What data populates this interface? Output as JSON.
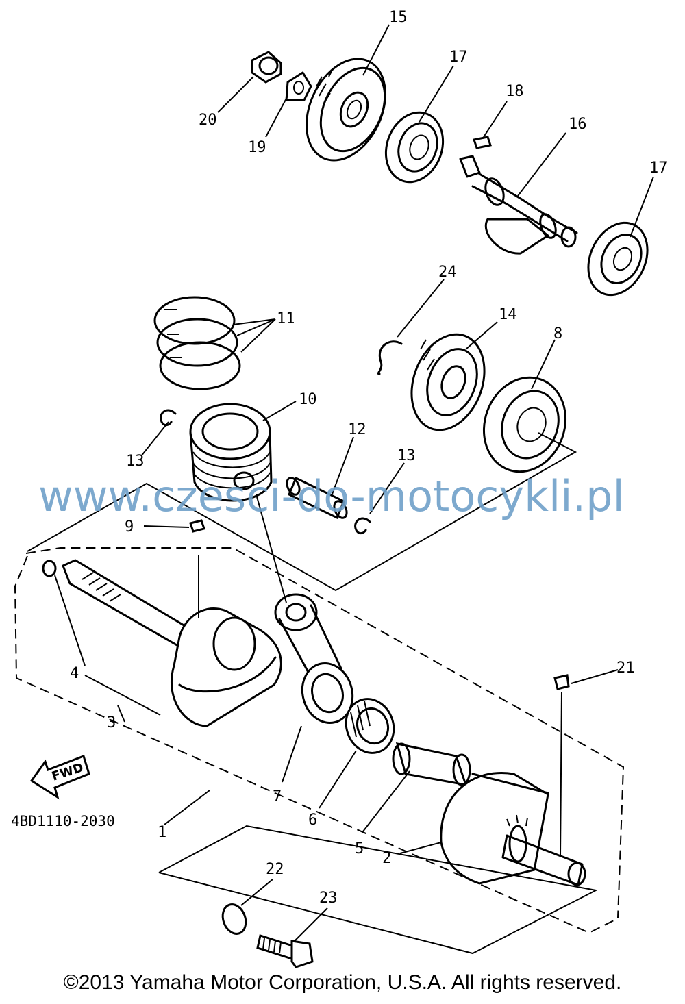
{
  "watermark": "www.czesci-do-motocykli.pl",
  "drawing_code": "4BD1110-2030",
  "fwd_label": "FWD",
  "copyright": "©2013 Yamaha Motor Corporation, U.S.A. All rights reserved.",
  "callouts": {
    "p15": "15",
    "p20": "20",
    "p19": "19",
    "p17a": "17",
    "p18": "18",
    "p16": "16",
    "p17b": "17",
    "p24": "24",
    "p14": "14",
    "p8": "8",
    "p11": "11",
    "p10": "10",
    "p13a": "13",
    "p12": "12",
    "p13b": "13",
    "p9": "9",
    "p4": "4",
    "p3": "3",
    "p21": "21",
    "p7": "7",
    "p6": "6",
    "p5": "5",
    "p2": "2",
    "p1": "1",
    "p22": "22",
    "p23": "23"
  }
}
